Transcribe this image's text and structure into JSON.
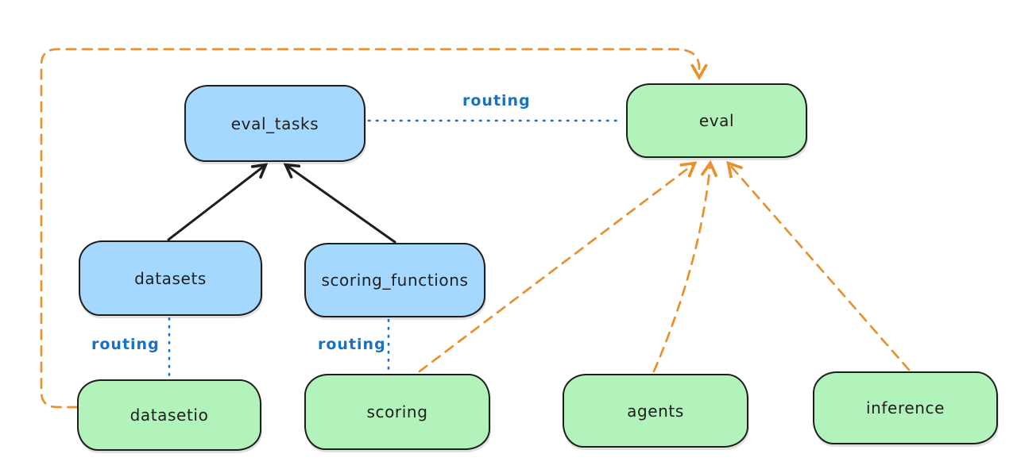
{
  "diagram": {
    "nodes": [
      {
        "id": "eval_tasks",
        "label": "eval_tasks",
        "kind": "resource-blue"
      },
      {
        "id": "eval",
        "label": "eval",
        "kind": "api-green"
      },
      {
        "id": "datasets",
        "label": "datasets",
        "kind": "resource-blue"
      },
      {
        "id": "scoring_functions",
        "label": "scoring_functions",
        "kind": "resource-blue"
      },
      {
        "id": "datasetio",
        "label": "datasetio",
        "kind": "api-green"
      },
      {
        "id": "scoring",
        "label": "scoring",
        "kind": "api-green"
      },
      {
        "id": "agents",
        "label": "agents",
        "kind": "api-green"
      },
      {
        "id": "inference",
        "label": "inference",
        "kind": "api-green"
      }
    ],
    "edges": [
      {
        "from": "eval_tasks",
        "to": "eval",
        "label": "routing",
        "style": "dotted-blue"
      },
      {
        "from": "datasets",
        "to": "datasetio",
        "label": "routing",
        "style": "dotted-blue"
      },
      {
        "from": "scoring_functions",
        "to": "scoring",
        "label": "routing",
        "style": "dotted-blue"
      },
      {
        "from": "datasets",
        "to": "eval_tasks",
        "label": "",
        "style": "solid-black-arrow"
      },
      {
        "from": "scoring_functions",
        "to": "eval_tasks",
        "label": "",
        "style": "solid-black-arrow"
      },
      {
        "from": "scoring",
        "to": "eval",
        "label": "",
        "style": "dashed-orange-arrow"
      },
      {
        "from": "agents",
        "to": "eval",
        "label": "",
        "style": "dashed-orange-arrow"
      },
      {
        "from": "inference",
        "to": "eval",
        "label": "",
        "style": "dashed-orange-arrow"
      },
      {
        "from": "datasetio",
        "to": "eval",
        "label": "",
        "style": "dashed-orange-arrow-loop"
      }
    ]
  },
  "colors": {
    "node-blue-fill": "#a5d8ff",
    "node-green-fill": "#b2f2bb",
    "stroke-black": "#1e1e1e",
    "routing-blue": "#1971c2",
    "arrow-orange": "#e8912d",
    "canvas-bg": "#ffffff"
  }
}
